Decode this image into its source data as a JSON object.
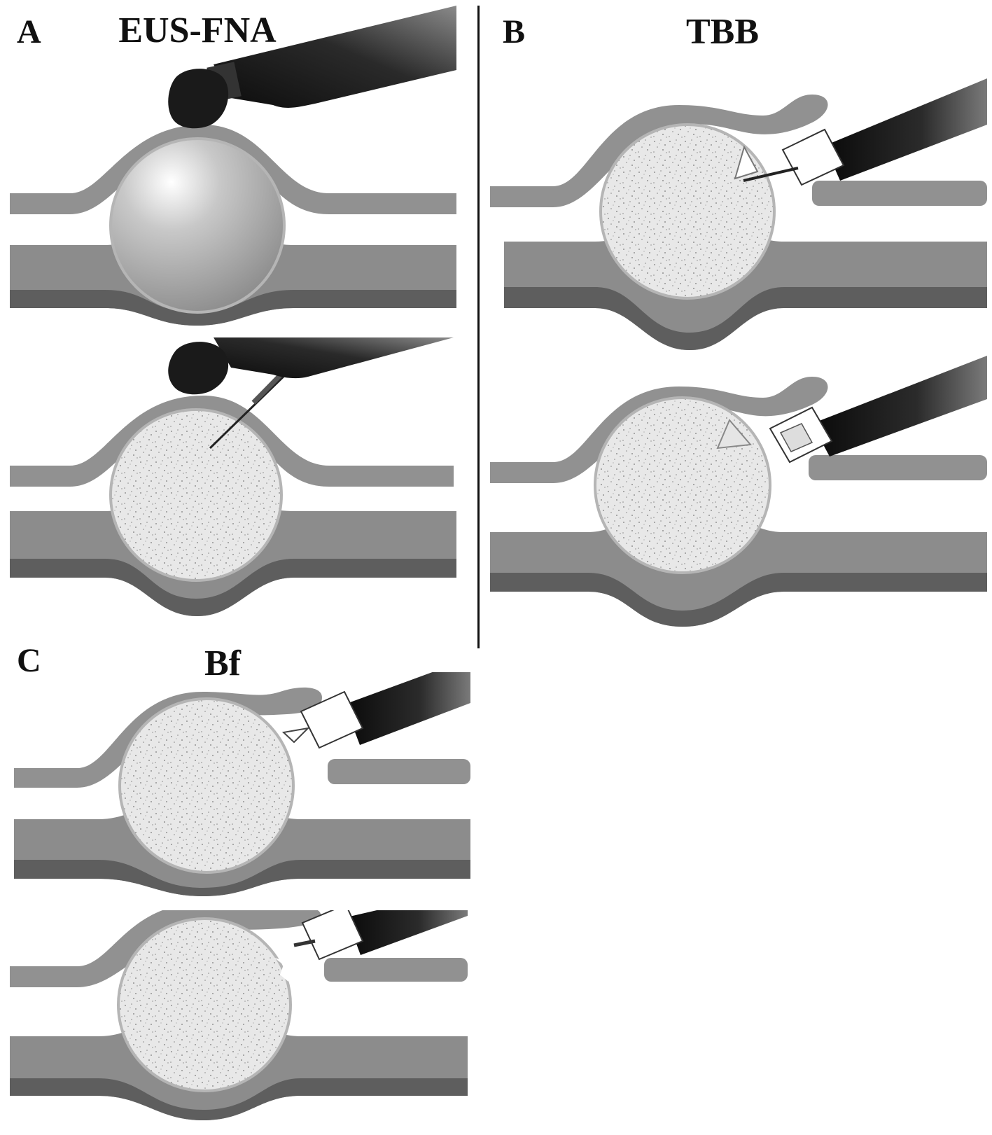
{
  "panels": {
    "a": {
      "letter": "A",
      "title": "EUS-FNA"
    },
    "b": {
      "letter": "B",
      "title": "TBB"
    },
    "c": {
      "letter": "C",
      "title": "Bf"
    }
  }
}
